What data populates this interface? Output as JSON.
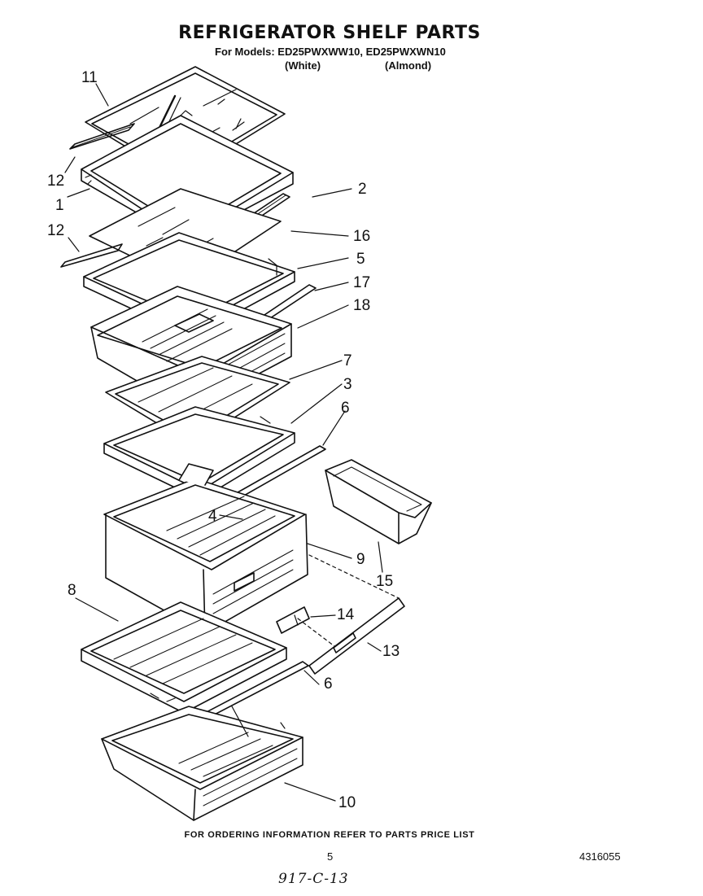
{
  "header": {
    "title": "REFRIGERATOR SHELF PARTS",
    "models": "For Models: ED25PWXWW10, ED25PWXWN10",
    "variant_white": "(White)",
    "variant_almond": "(Almond)"
  },
  "callouts": {
    "c11": "11",
    "c12a": "12",
    "c1": "1",
    "c2": "2",
    "c12b": "12",
    "c16": "16",
    "c5": "5",
    "c17": "17",
    "c18": "18",
    "c7": "7",
    "c3": "3",
    "c6a": "6",
    "c4": "4",
    "c9": "9",
    "c15": "15",
    "c8": "8",
    "c14": "14",
    "c13": "13",
    "c6b": "6",
    "c10": "10"
  },
  "footer": {
    "ordering_note": "FOR ORDERING INFORMATION REFER TO PARTS PRICE LIST",
    "page_number": "5",
    "document_number": "4316055",
    "handwritten_note": "917-C-13"
  }
}
